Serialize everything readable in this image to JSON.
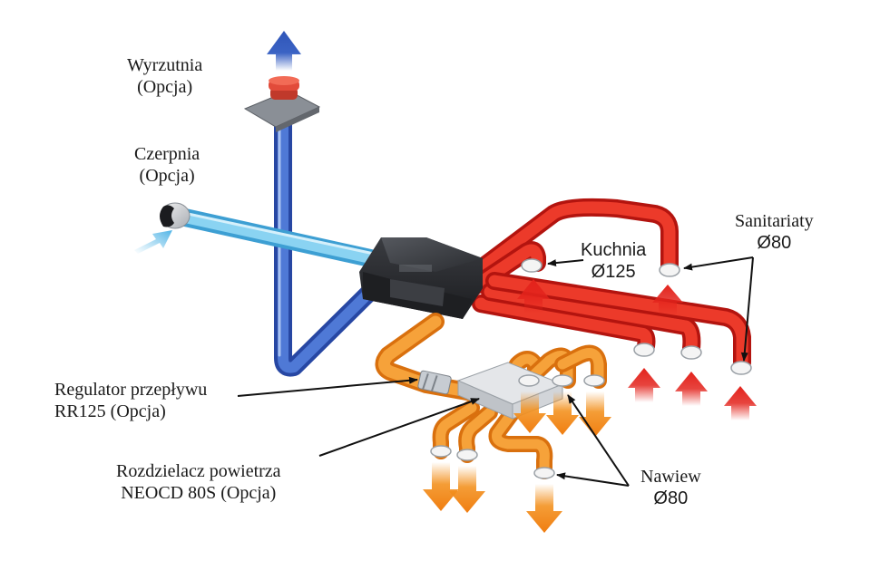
{
  "labels": {
    "wyrzutnia": {
      "line1": "Wyrzutnia",
      "line2": "(Opcja)"
    },
    "czerpnia": {
      "line1": "Czerpnia",
      "line2": "(Opcja)"
    },
    "kuchnia": {
      "line1": "Kuchnia",
      "line2": "Ø125"
    },
    "sanitariaty": {
      "line1": "Sanitariaty",
      "line2": "Ø80"
    },
    "regulator": {
      "line1": "Regulator przepływu",
      "line2": "RR125 (Opcja)"
    },
    "rozdzielacz": {
      "line1": "Rozdzielacz powietrza",
      "line2": "NEOCD 80S (Opcja)"
    },
    "nawiew": {
      "line1": "Nawiew",
      "line2": "Ø80"
    }
  },
  "colors": {
    "exhaust_blue": "#3b63c4",
    "intake_blue": "#6ec3ea",
    "extract_red": "#e3231c",
    "supply_orange": "#f39220",
    "unit_dark": "#2b2d31"
  }
}
